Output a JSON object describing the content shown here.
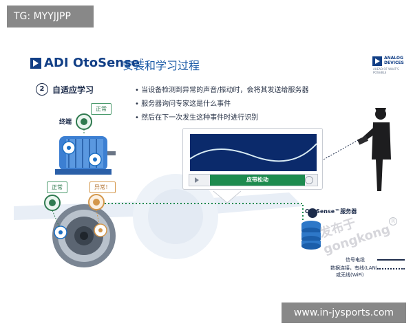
{
  "watermark_top": "TG: MYYJJPP",
  "watermark_bottom": "www.in-jysports.com",
  "header": {
    "brand": "ADI OtoSense",
    "brand_sup": "™",
    "title": "安装和学习过程",
    "adi_logo_text": "ANALOG DEVICES",
    "adi_tagline": "AHEAD OF WHAT'S POSSIBLE"
  },
  "step": {
    "number": "2",
    "label": "自适应学习"
  },
  "bullets": [
    "当设备检测到异常的声音/振动时，会将其发送给服务器",
    "服务器询问专家这是什么事件",
    "然后在下一次发生这种事件时进行识别"
  ],
  "devices": {
    "motor_label": "终端",
    "bubble_motor": "正常",
    "bubble_left": "正常",
    "bubble_right": "异常！"
  },
  "screen": {
    "bar_label": "皮带松动"
  },
  "server": {
    "title": "OtoSense™服务器"
  },
  "legend": {
    "signal": "信号电缆",
    "data_1": "数据连接，有线(LAN)",
    "data_2": "或无线(WiFi)"
  },
  "site_watermark": {
    "line1": "发布于",
    "line2": "gongkong",
    "mark": "R"
  },
  "colors": {
    "brand_blue": "#123f86",
    "accent_green": "#1d8b4f",
    "alert_orange": "#d4974b",
    "screen_bg": "#0b2a6b"
  }
}
